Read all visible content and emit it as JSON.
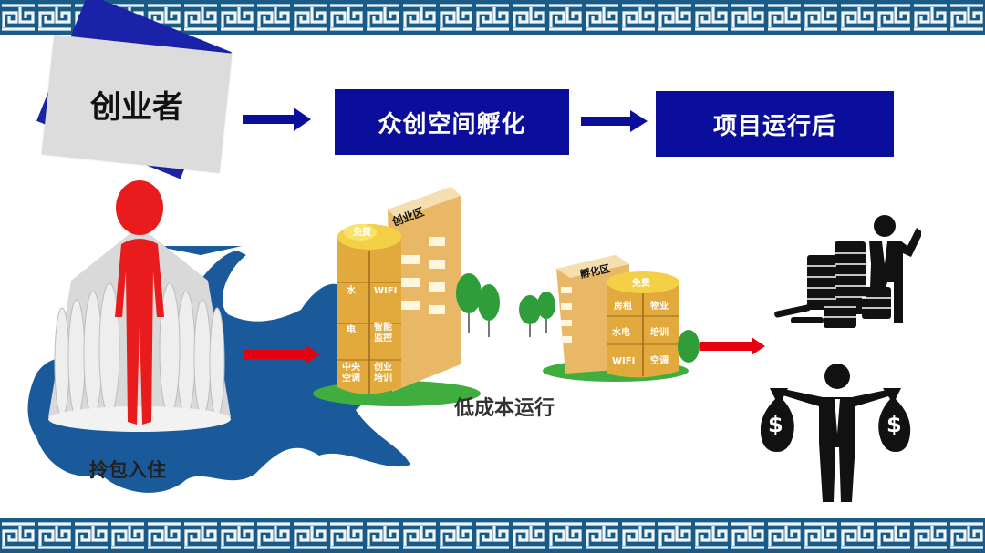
{
  "slide": {
    "background": "#ffffff",
    "border_color": "#1a5a86",
    "border_pattern": "greek-key-meander"
  },
  "flow": {
    "step1": {
      "label": "创业者",
      "style": "grey-card",
      "accent": "#1a22a8"
    },
    "step2": {
      "label": "众创空间孵化",
      "style": "blue-box",
      "color": "#0b0e9a"
    },
    "step3": {
      "label": "项目运行后",
      "style": "blue-box",
      "color": "#0b0e9a"
    },
    "arrows": [
      {
        "from": "创业者",
        "to": "众创空间孵化",
        "color": "#0b0e9a"
      },
      {
        "from": "众创空间孵化",
        "to": "项目运行后",
        "color": "#0b0e9a"
      }
    ]
  },
  "illustrations": {
    "crowd": {
      "caption": "拎包入住",
      "leader_color": "#e81c1c"
    },
    "building_startup": {
      "title": "创业区",
      "cells": [
        "免费",
        "水",
        "WIFI",
        "电",
        "智能监控",
        "中央空调",
        "创业培训"
      ]
    },
    "building_incubator": {
      "title": "孵化区",
      "cells": [
        "免费",
        "房租",
        "物业",
        "水电",
        "培训",
        "WIFI",
        "空调"
      ]
    },
    "low_cost_caption": "低成本运行",
    "outcome_icons": [
      "coin-stack-businessman-icon",
      "money-bags-businessman-icon"
    ],
    "red_arrow_color": "#e60012"
  }
}
